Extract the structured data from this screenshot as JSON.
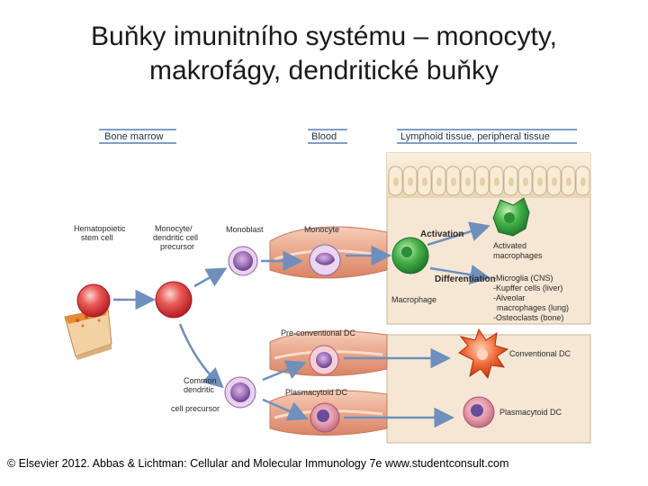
{
  "slide": {
    "title_line1": "Buňky imunitního systému – monocyty,",
    "title_line2": "makrofágy, dendritické buňky",
    "footer": "© Elsevier 2012. Abbas & Lichtman: Cellular and Molecular Immunology 7e www.studentconsult.com"
  },
  "figure": {
    "headers": {
      "bone_marrow": "Bone marrow",
      "blood": "Blood",
      "tissue": "Lymphoid tissue, peripheral tissue"
    },
    "cells": {
      "hsc_line1": "Hematopoietic",
      "hsc_line2": "stem cell",
      "mdp_line1": "Monocyte/",
      "mdp_line2": "dendritic cell",
      "mdp_line3": "precursor",
      "monoblast": "Monoblast",
      "monocyte": "Monocyte",
      "macrophage": "Macrophage",
      "activation": "Activation",
      "activated_line1": "Activated",
      "activated_line2": "macrophages",
      "differentiation": "Differentiation",
      "diff_1": "-Microglia (CNS)",
      "diff_2": "-Kupffer cells (liver)",
      "diff_3": "-Alveolar",
      "diff_4": "macrophages (lung)",
      "diff_5": "-Osteoclasts (bone)",
      "pre_cdc": "Pre-conventional DC",
      "cdp_line1": "Common",
      "cdp_line2": "dendritic",
      "cdp_line3": "cell precursor",
      "pdc_blood": "Plasmacytoid DC",
      "cdc": "Conventional DC",
      "pdc_tissue": "Plasmacytoid DC"
    },
    "colors": {
      "header_bar": "#7f9fc6",
      "red_cell": "#d63a3a",
      "purple_cell": "#8e62a6",
      "green_cell": "#3aa142",
      "orange_cell": "#ec5a2c",
      "arrow": "#6f8fbd",
      "tissue_bg": "#f6e7d4"
    }
  }
}
